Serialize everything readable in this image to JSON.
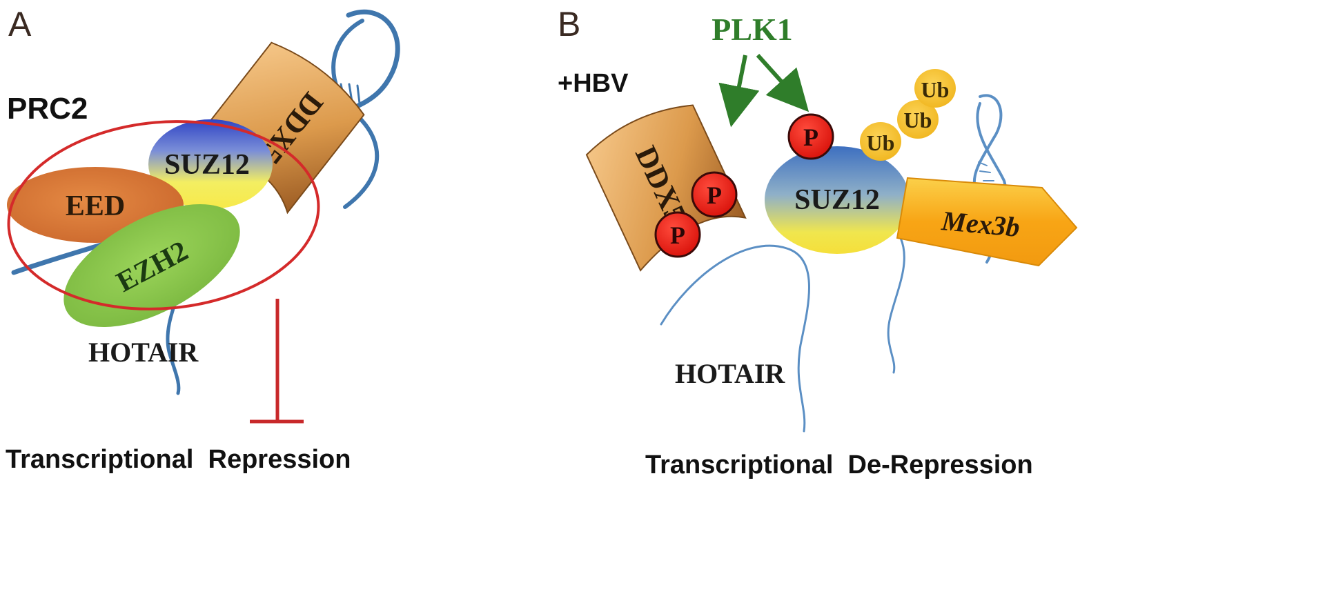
{
  "panel_a": {
    "letter": "A",
    "complex_label": "PRC2",
    "proteins": {
      "ddx5": "DDX5",
      "suz12": "SUZ12",
      "eed": "EED",
      "ezh2": "EZH2"
    },
    "rna_label": "HOTAIR",
    "outcome": "Transcriptional  Repression"
  },
  "panel_b": {
    "letter": "B",
    "condition": "+HBV",
    "kinase": "PLK1",
    "proteins": {
      "ddx5": "DDX5",
      "suz12": "SUZ12",
      "mex3b": "Mex3b"
    },
    "phospho": [
      "P",
      "P",
      "P"
    ],
    "ubiquitin": [
      "Ub",
      "Ub",
      "Ub"
    ],
    "rna_label": "HOTAIR",
    "outcome": "Transcriptional  De-Repression"
  },
  "colors": {
    "dna_blue": "#3f76ad",
    "rna_blue": "#5b8fc4",
    "ddx5_tan": "#d9944a",
    "eed_orange": "#d97a36",
    "ezh2_green": "#8ac64c",
    "suz12_blue": "#3b55c8",
    "suz12_yellow": "#f5ea5a",
    "prc2_circle_red": "#d42a2a",
    "inhibit_red": "#c8282a",
    "plk1_green": "#2f7d2a",
    "phospho_red": "#e51a12",
    "ubiquitin_yellow": "#f4bf23",
    "mex3b_orange": "#f7a91a"
  }
}
